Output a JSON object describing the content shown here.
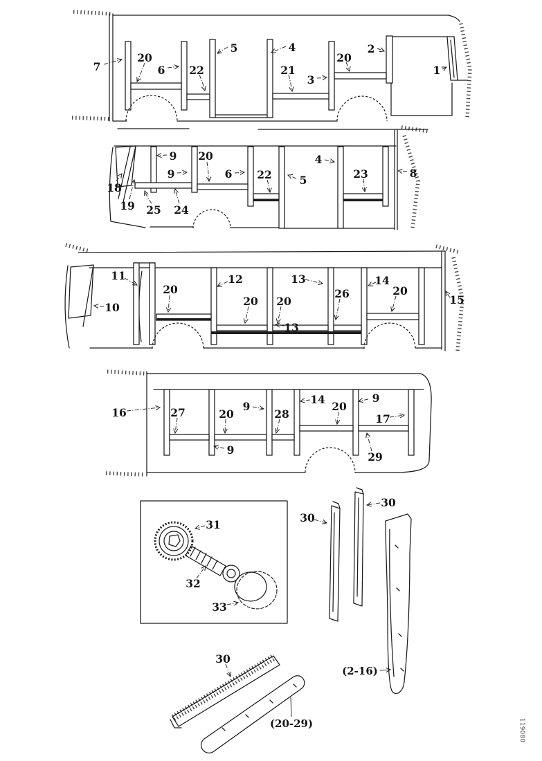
{
  "meta": {
    "drawing_number": "119080"
  },
  "callouts": {
    "p1": [
      "7",
      "20",
      "6",
      "22",
      "5",
      "4",
      "21",
      "3",
      "20",
      "2",
      "1"
    ],
    "p2": [
      "9",
      "9",
      "20",
      "6",
      "22",
      "5",
      "4",
      "23",
      "8",
      "18",
      "19",
      "25",
      "24"
    ],
    "p3": [
      "11",
      "10",
      "20",
      "12",
      "20",
      "20",
      "13",
      "26",
      "14",
      "20",
      "15",
      "13"
    ],
    "p4": [
      "16",
      "27",
      "20",
      "9",
      "28",
      "14",
      "20",
      "9",
      "17",
      "9",
      "29"
    ],
    "detail": [
      "31",
      "32",
      "33"
    ],
    "strips": [
      "30",
      "30",
      "(2-16)"
    ],
    "bottom": [
      "30",
      "(20-29)"
    ]
  }
}
